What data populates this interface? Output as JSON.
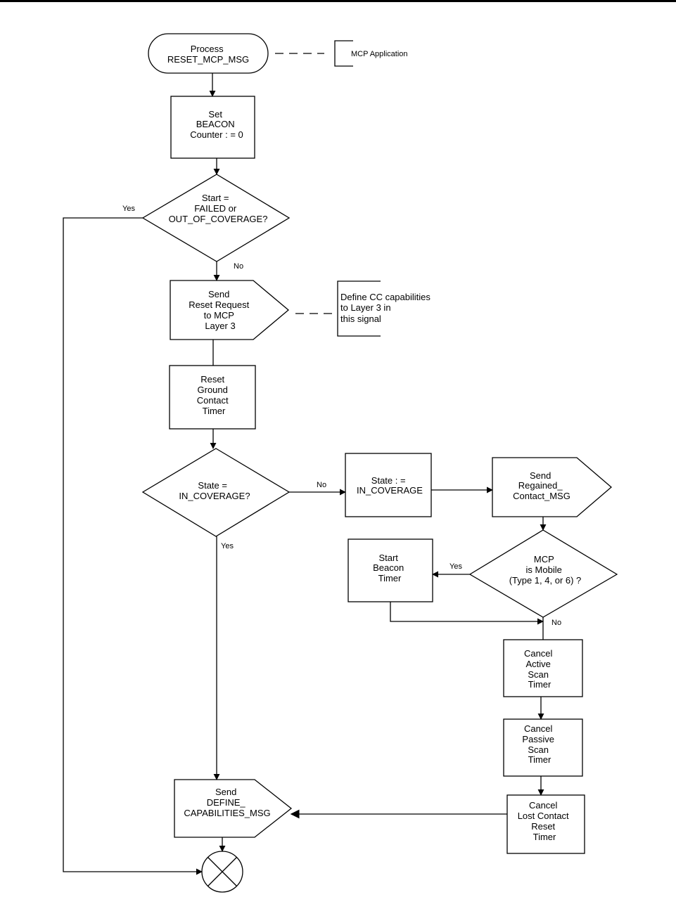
{
  "nodes": {
    "process": [
      "Process",
      "RESET_MCP_MSG"
    ],
    "mcp_note": [
      "MCP Application"
    ],
    "set_beacon": [
      "Set",
      "BEACON",
      "Counter : = 0"
    ],
    "dec_start": [
      "Start =",
      "FAILED or",
      "OUT_OF_COVERAGE?"
    ],
    "send_reset": [
      "Send",
      "Reset Request",
      "to MCP",
      "Layer 3"
    ],
    "define_note": [
      "Define CC capabilities",
      "to Layer 3 in",
      "this signal"
    ],
    "reset_ground": [
      "Reset",
      "Ground",
      "Contact",
      "Timer"
    ],
    "dec_state": [
      "State =",
      "IN_COVERAGE?"
    ],
    "state_assign": [
      "State : =",
      "IN_COVERAGE"
    ],
    "send_regained": [
      "Send",
      "Regained_",
      "Contact_MSG"
    ],
    "dec_mobile": [
      "MCP",
      "is Mobile",
      "(Type 1, 4, or 6) ?"
    ],
    "start_beacon": [
      "Start",
      "Beacon",
      "Timer"
    ],
    "cancel_active": [
      "Cancel",
      "Active",
      "Scan",
      "Timer"
    ],
    "cancel_passive": [
      "Cancel",
      "Passive",
      "Scan",
      "Timer"
    ],
    "cancel_lost": [
      "Cancel",
      "Lost Contact",
      "Reset",
      "Timer"
    ],
    "send_define": [
      "Send",
      "DEFINE_",
      "CAPABILITIES_MSG"
    ]
  },
  "edges": {
    "yes_start": "Yes",
    "no_start": "No",
    "no_state": "No",
    "yes_state": "Yes",
    "yes_mobile": "Yes",
    "no_mobile": "No"
  }
}
